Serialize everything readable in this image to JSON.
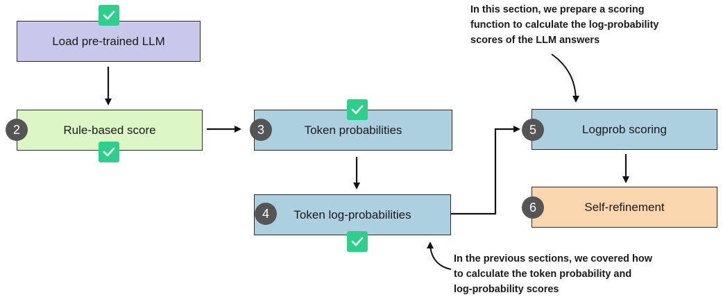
{
  "colors": {
    "purple": "#c8c8ea",
    "green": "#dcf6c6",
    "blue": "#add0e0",
    "orange": "#f9d6ad",
    "check": "#2ecf8d",
    "badge": "#555555"
  },
  "steps": [
    {
      "label": "Load pre-trained LLM",
      "number": "",
      "done": true
    },
    {
      "label": "Rule-based score",
      "number": "2",
      "done": true
    },
    {
      "label": "Token probabilities",
      "number": "3",
      "done": true
    },
    {
      "label": "Token log-probabilities",
      "number": "4",
      "done": true
    },
    {
      "label": "Logprob scoring",
      "number": "5",
      "done": false
    },
    {
      "label": "Self-refinement",
      "number": "6",
      "done": false
    }
  ],
  "annotations": {
    "this_section": [
      "In this section, we prepare a scoring",
      "function to calculate the log-probability",
      "scores of the LLM answers"
    ],
    "previous_sections": [
      "In the previous sections, we covered how",
      "to calculate the token probability and",
      "log-probability scores"
    ]
  }
}
